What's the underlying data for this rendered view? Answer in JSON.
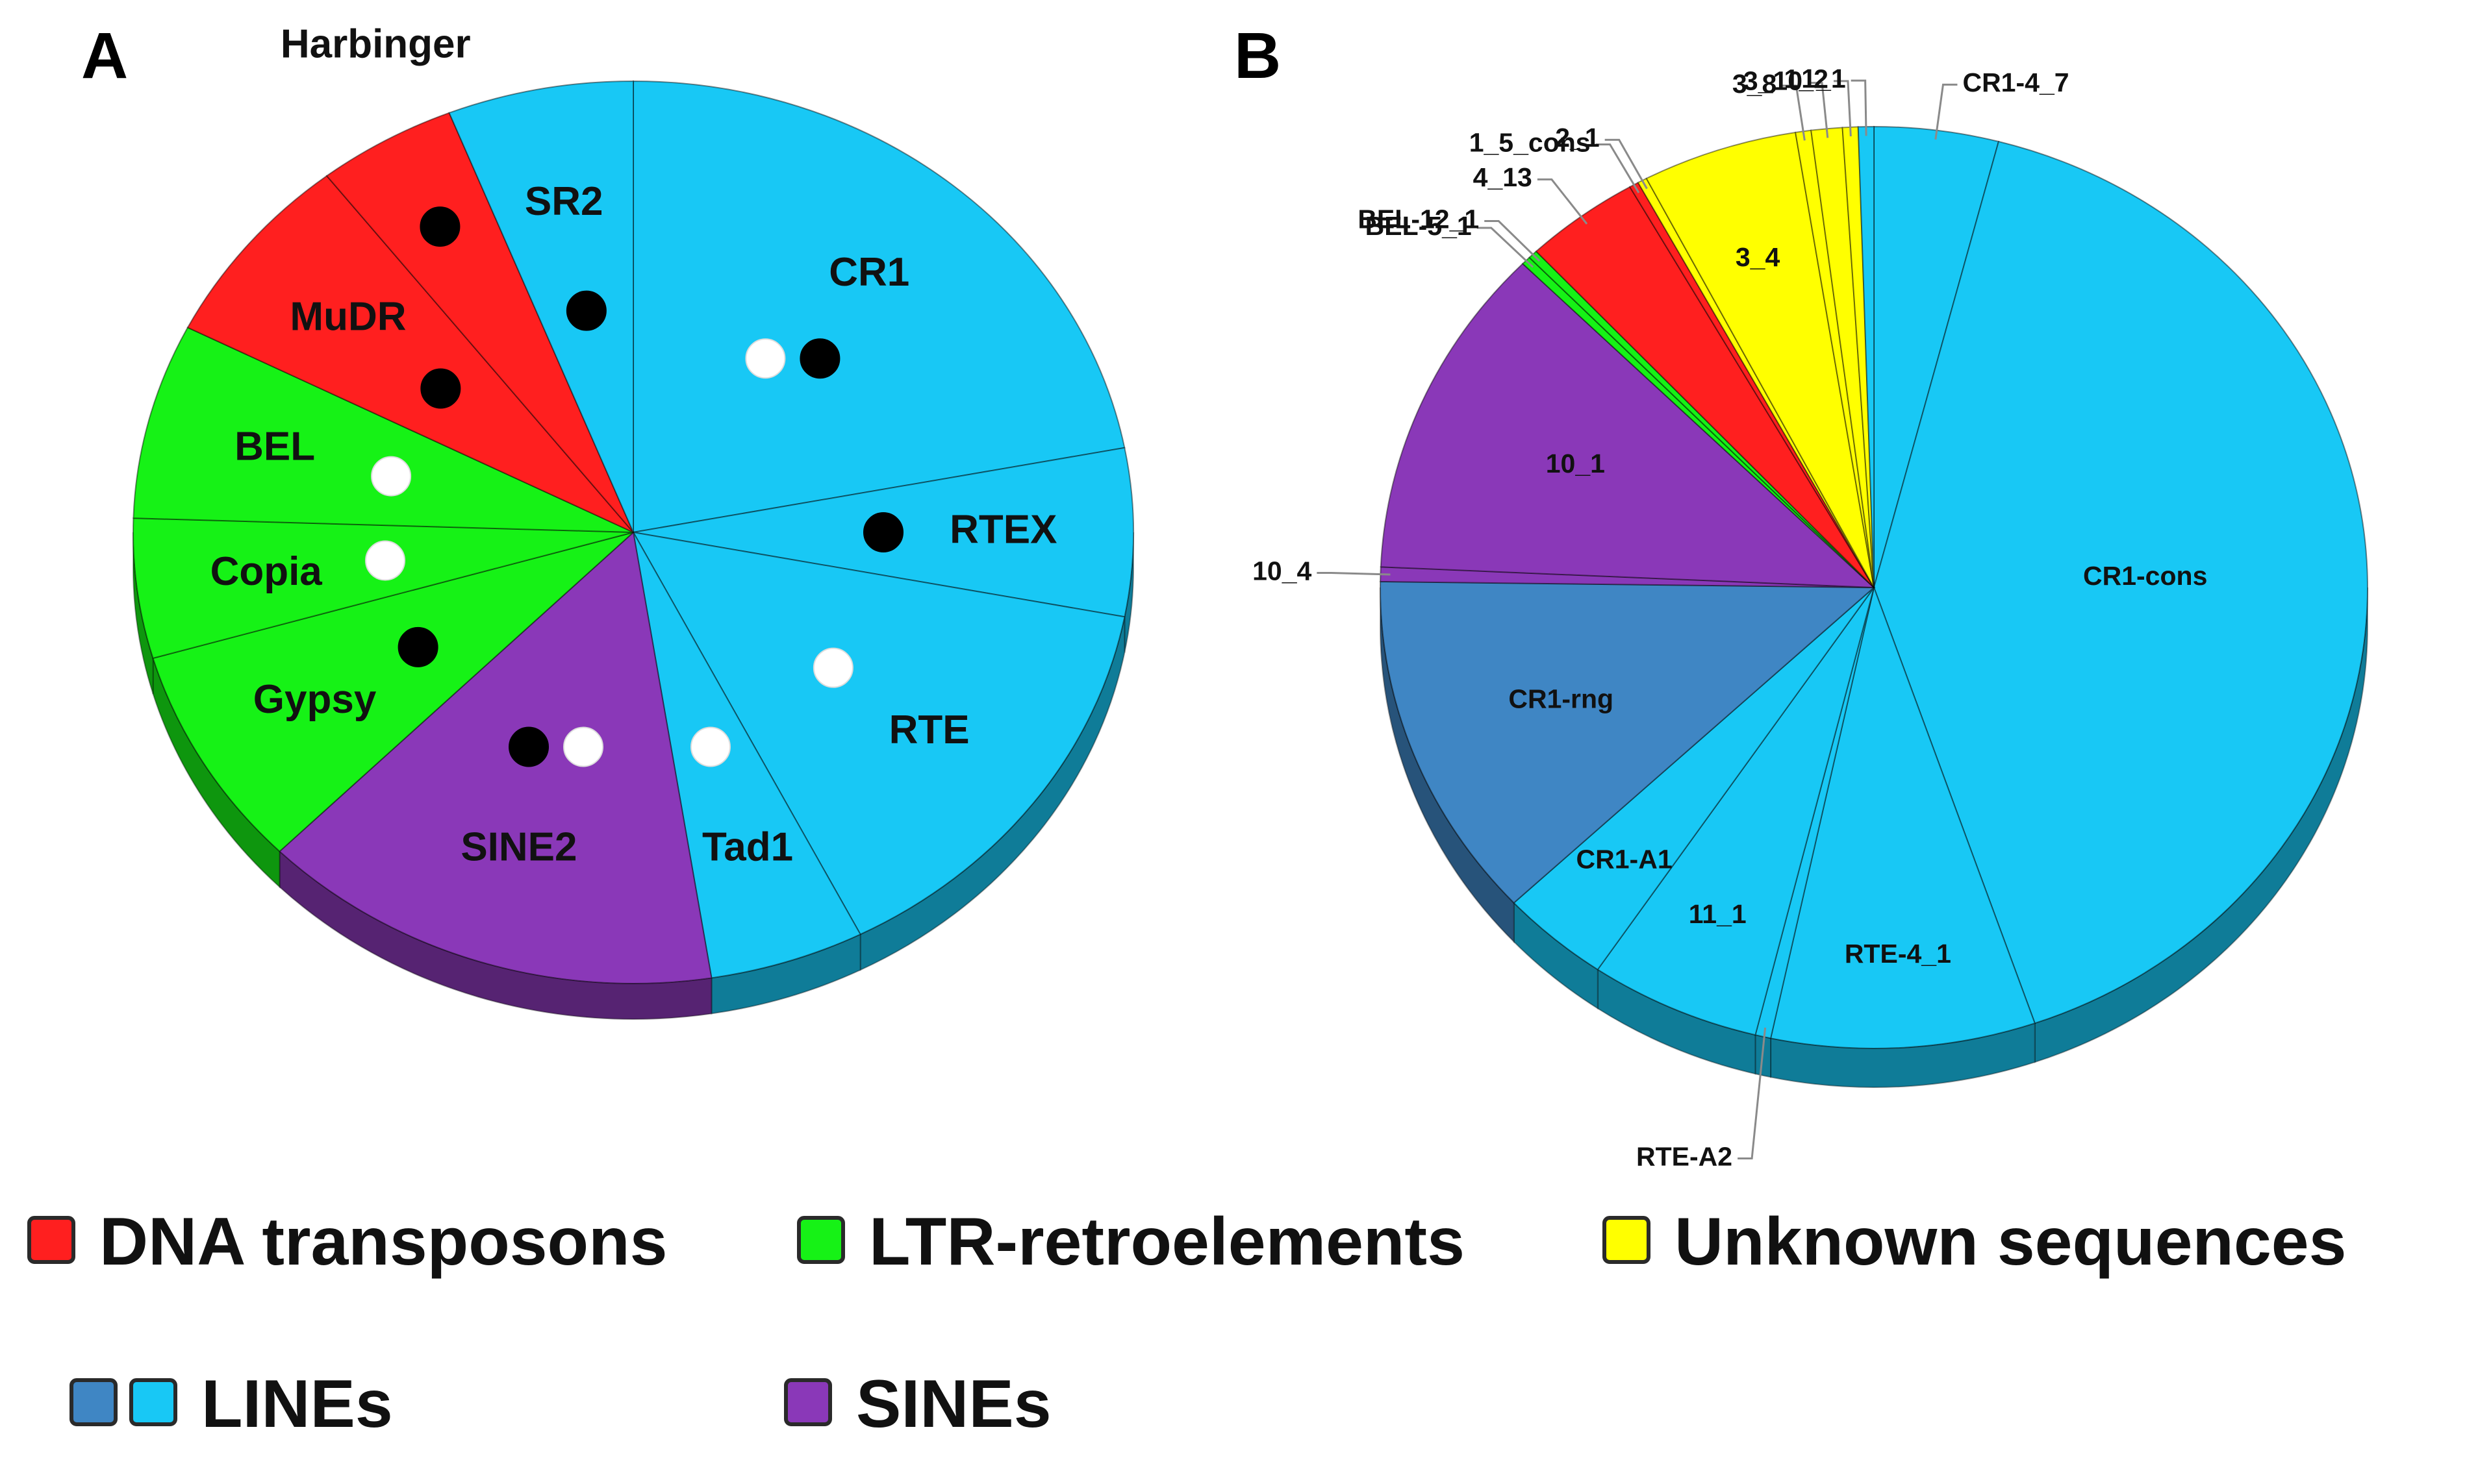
{
  "colors": {
    "dna": "#ff1f1f",
    "ltr": "#16f216",
    "unknown": "#ffff00",
    "line_dark": "#3f86c4",
    "line_light": "#18c8f5",
    "sine": "#8a38b8"
  },
  "chart_data": [
    {
      "type": "pie",
      "panel": "A",
      "title": "",
      "slices": [
        {
          "name": "CR1",
          "value": 22.0,
          "group": "line_light",
          "markers": [
            "white",
            "black"
          ]
        },
        {
          "name": "RTEX",
          "value": 6.0,
          "group": "line_light",
          "markers": [
            "black"
          ]
        },
        {
          "name": "RTE",
          "value": 14.5,
          "group": "line_light",
          "markers": [
            "white"
          ]
        },
        {
          "name": "Tad1",
          "value": 5.0,
          "group": "line_light",
          "markers": [
            "white"
          ]
        },
        {
          "name": "SINE2",
          "value": 15.0,
          "group": "sine",
          "markers": [
            "black",
            "white"
          ]
        },
        {
          "name": "Gypsy",
          "value": 8.0,
          "group": "ltr",
          "markers": [
            "black"
          ]
        },
        {
          "name": "Copia",
          "value": 5.0,
          "group": "ltr",
          "markers": [
            "white"
          ]
        },
        {
          "name": "BEL",
          "value": 7.0,
          "group": "ltr",
          "markers": [
            "white"
          ]
        },
        {
          "name": "MuDR",
          "value": 7.0,
          "group": "dna",
          "markers": [
            "black"
          ]
        },
        {
          "name": "Harbinger",
          "value": 4.5,
          "group": "dna",
          "markers": [
            "black"
          ]
        },
        {
          "name": "SR2",
          "value": 6.0,
          "group": "line_light",
          "markers": [
            "black"
          ]
        }
      ]
    },
    {
      "type": "pie",
      "panel": "B",
      "title": "",
      "slices": [
        {
          "name": "CR1-4_7",
          "value": 4.0,
          "group": "line_light"
        },
        {
          "name": "CR1-cons",
          "value": 40.0,
          "group": "line_light"
        },
        {
          "name": "RTE-4_1",
          "value": 8.5,
          "group": "line_light"
        },
        {
          "name": "RTE-A2",
          "value": 0.5,
          "group": "line_light"
        },
        {
          "name": "11_1",
          "value": 5.5,
          "group": "line_light"
        },
        {
          "name": "CR1-A1",
          "value": 3.5,
          "group": "line_light"
        },
        {
          "name": "CR1-rng",
          "value": 12.0,
          "group": "line_dark"
        },
        {
          "name": "10_4",
          "value": 0.5,
          "group": "sine"
        },
        {
          "name": "10_1",
          "value": 11.5,
          "group": "sine"
        },
        {
          "name": "BEL-5_1",
          "value": 0.3,
          "group": "ltr"
        },
        {
          "name": "BEL-12_1",
          "value": 0.3,
          "group": "ltr"
        },
        {
          "name": "4_13",
          "value": 3.7,
          "group": "dna"
        },
        {
          "name": "1_5_cons",
          "value": 0.3,
          "group": "dna"
        },
        {
          "name": "2_1",
          "value": 0.3,
          "group": "unknown"
        },
        {
          "name": "3_4",
          "value": 5.0,
          "group": "unknown"
        },
        {
          "name": "3_8",
          "value": 0.5,
          "group": "unknown"
        },
        {
          "name": "3_10",
          "value": 1.0,
          "group": "unknown"
        },
        {
          "name": "1_2",
          "value": 0.5,
          "group": "unknown"
        },
        {
          "name": "1_1",
          "value": 0.5,
          "group": "line_light"
        }
      ]
    }
  ],
  "legend": [
    {
      "name": "DNA transposons",
      "swatches": [
        "dna"
      ]
    },
    {
      "name": "LTR-retroelements",
      "swatches": [
        "ltr"
      ]
    },
    {
      "name": "Unknown sequences",
      "swatches": [
        "unknown"
      ]
    },
    {
      "name": "LINEs",
      "swatches": [
        "line_dark",
        "line_light"
      ]
    },
    {
      "name": "SINEs",
      "swatches": [
        "sine"
      ]
    }
  ]
}
